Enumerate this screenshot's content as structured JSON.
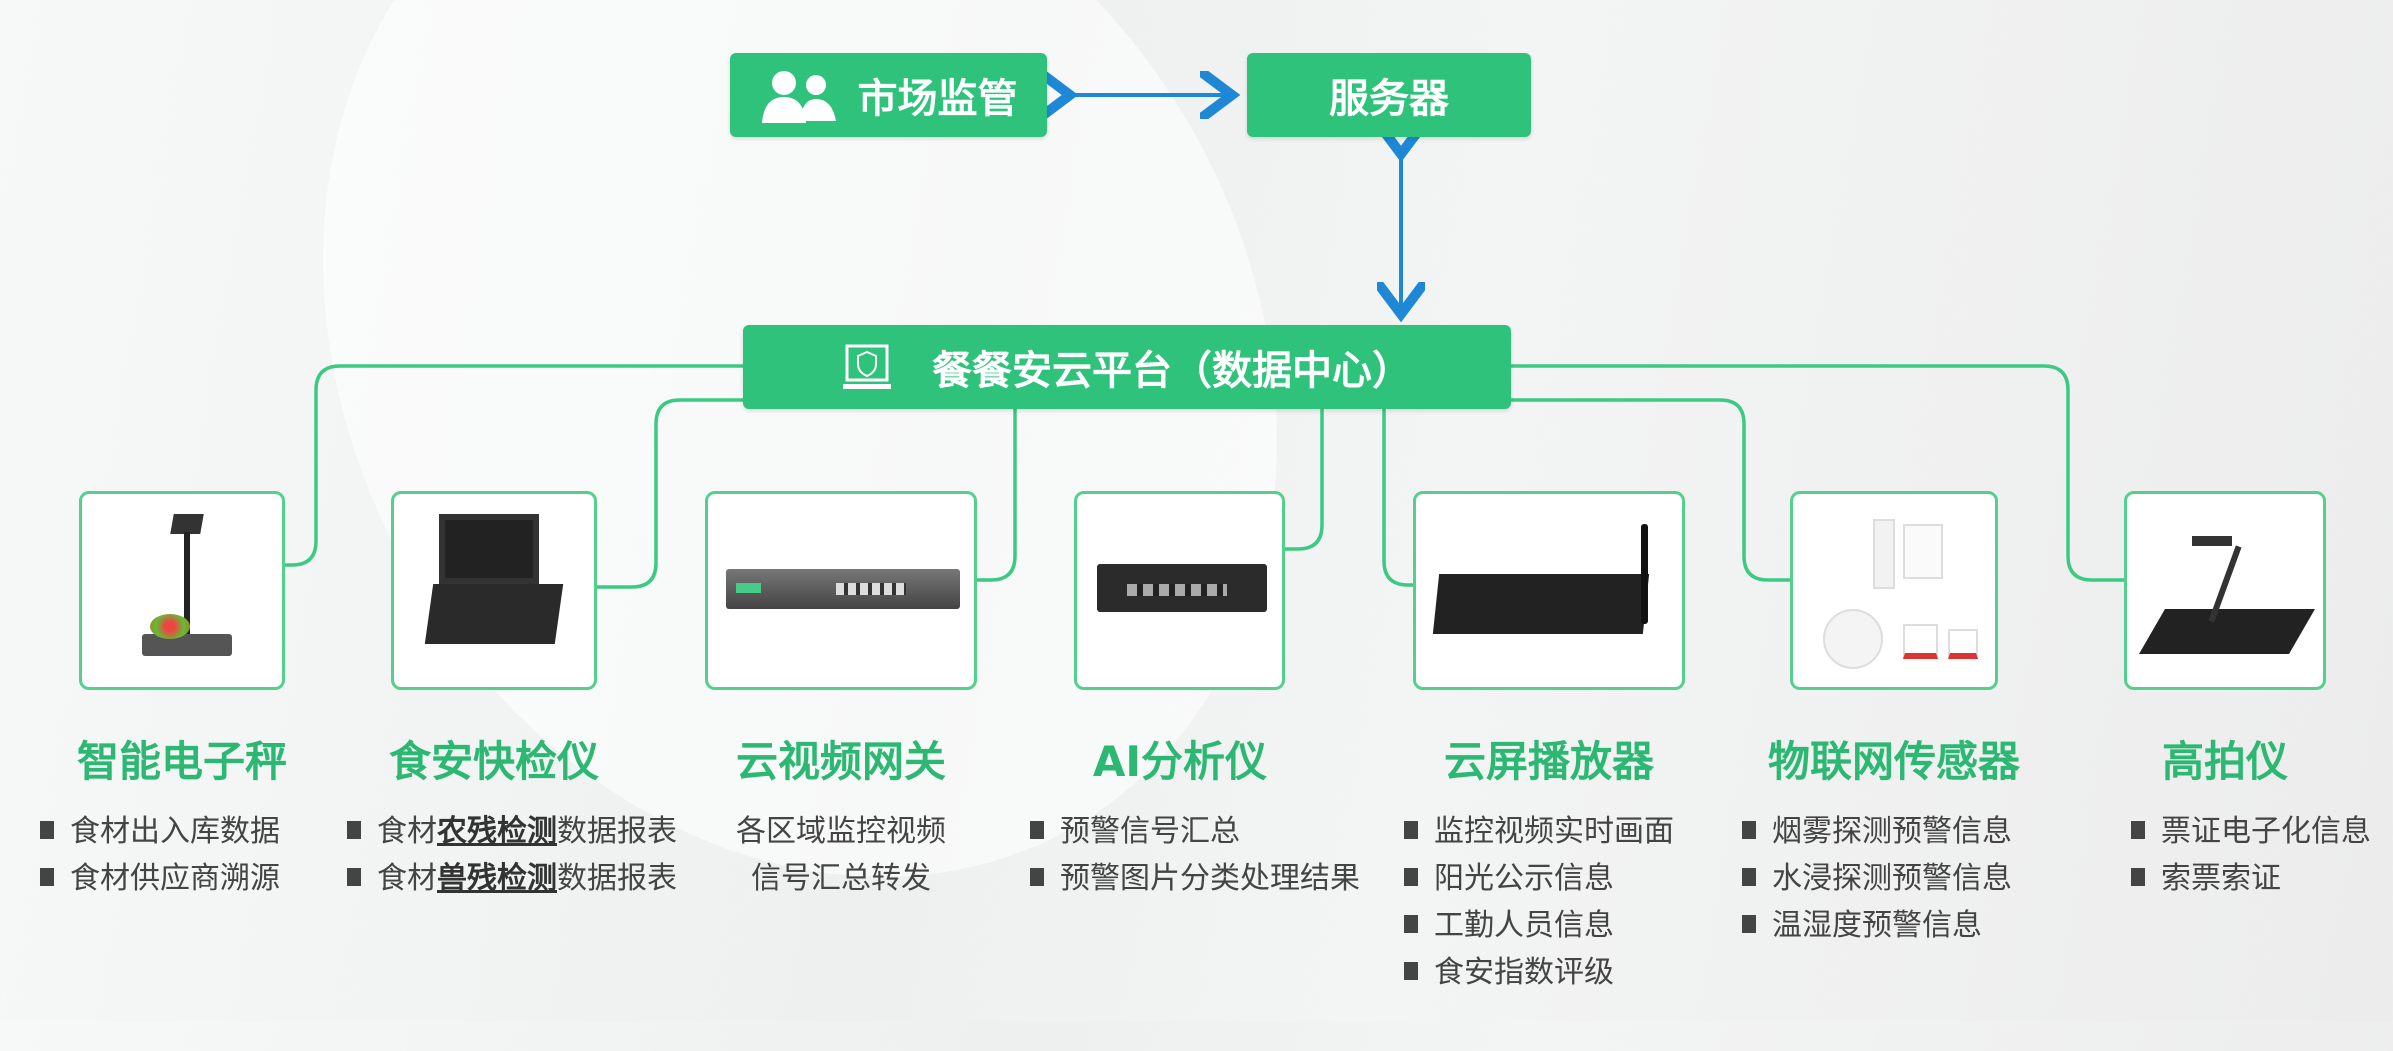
{
  "top": {
    "regulator": "市场监管",
    "server": "服务器",
    "platform": "餐餐安云平台（数据中心）"
  },
  "colors": {
    "green": "#2ec27b",
    "arrow": "#1e88d6",
    "text": "#444444"
  },
  "devices": [
    {
      "title": "智能电子秤",
      "icon": "scale-icon",
      "items": [
        [
          "食材出入库数据"
        ],
        [
          "食材供应商溯源"
        ]
      ]
    },
    {
      "title": "食安快检仪",
      "icon": "test-case-icon",
      "items": [
        [
          "食材",
          "农残检测",
          "数据报表"
        ],
        [
          "食材",
          "兽残检测",
          "数据报表"
        ]
      ]
    },
    {
      "title": "云视频网关",
      "icon": "gateway-icon",
      "items": [
        "各区域监控视频",
        "信号汇总转发"
      ]
    },
    {
      "title": "AI分析仪",
      "icon": "ai-box-icon",
      "items": [
        "预警信号汇总",
        "预警图片分类处理结果"
      ]
    },
    {
      "title": "云屏播放器",
      "icon": "player-icon",
      "items": [
        "监控视频实时画面",
        "阳光公示信息",
        "工勤人员信息",
        "食安指数评级"
      ]
    },
    {
      "title": "物联网传感器",
      "icon": "sensor-icon",
      "items": [
        "烟雾探测预警信息",
        "水浸探测预警信息",
        "温湿度预警信息"
      ]
    },
    {
      "title": "高拍仪",
      "icon": "document-camera-icon",
      "items": [
        "票证电子化信息",
        "索票索证"
      ]
    }
  ]
}
